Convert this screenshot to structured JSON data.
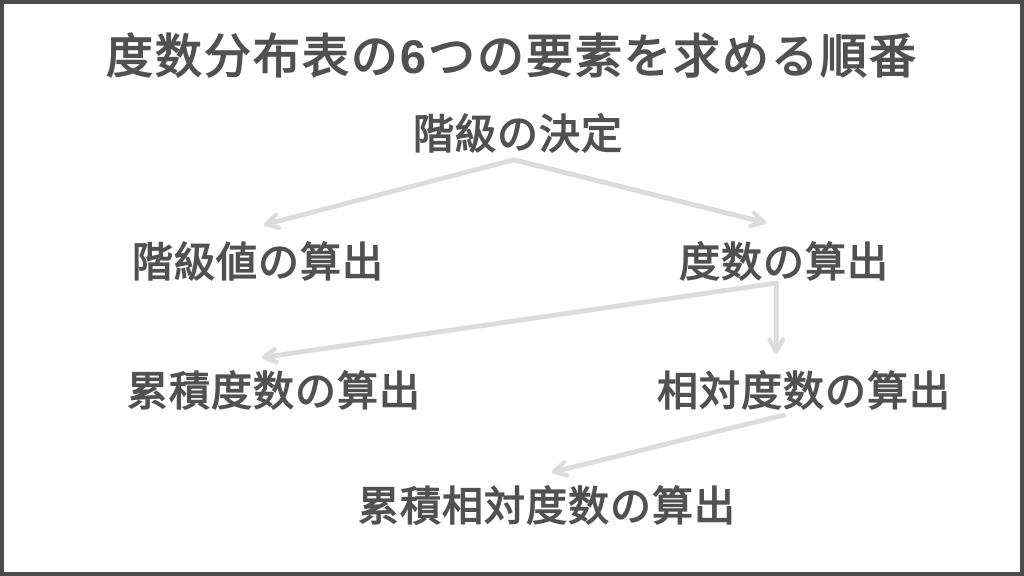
{
  "page": {
    "title": "度数分布表の6つの要素を求める順番",
    "colors": {
      "bg": "#ffffff",
      "text": "#515151",
      "arrow": "#dcdcdc",
      "border": "#4a4a4a"
    }
  },
  "diagram": {
    "type": "flowchart",
    "nodes": [
      {
        "id": "class-decision",
        "label": "階級の決定"
      },
      {
        "id": "class-value",
        "label": "階級値の算出"
      },
      {
        "id": "frequency",
        "label": "度数の算出"
      },
      {
        "id": "cumulative-frequency",
        "label": "累積度数の算出"
      },
      {
        "id": "relative-frequency",
        "label": "相対度数の算出"
      },
      {
        "id": "cumulative-relative-frequency",
        "label": "累積相対度数の算出"
      }
    ],
    "edges": [
      {
        "from": "階級の決定",
        "to": "階級値の算出"
      },
      {
        "from": "階級の決定",
        "to": "度数の算出"
      },
      {
        "from": "度数の算出",
        "to": "累積度数の算出"
      },
      {
        "from": "度数の算出",
        "to": "相対度数の算出"
      },
      {
        "from": "相対度数の算出",
        "to": "累積相対度数の算出"
      }
    ]
  }
}
